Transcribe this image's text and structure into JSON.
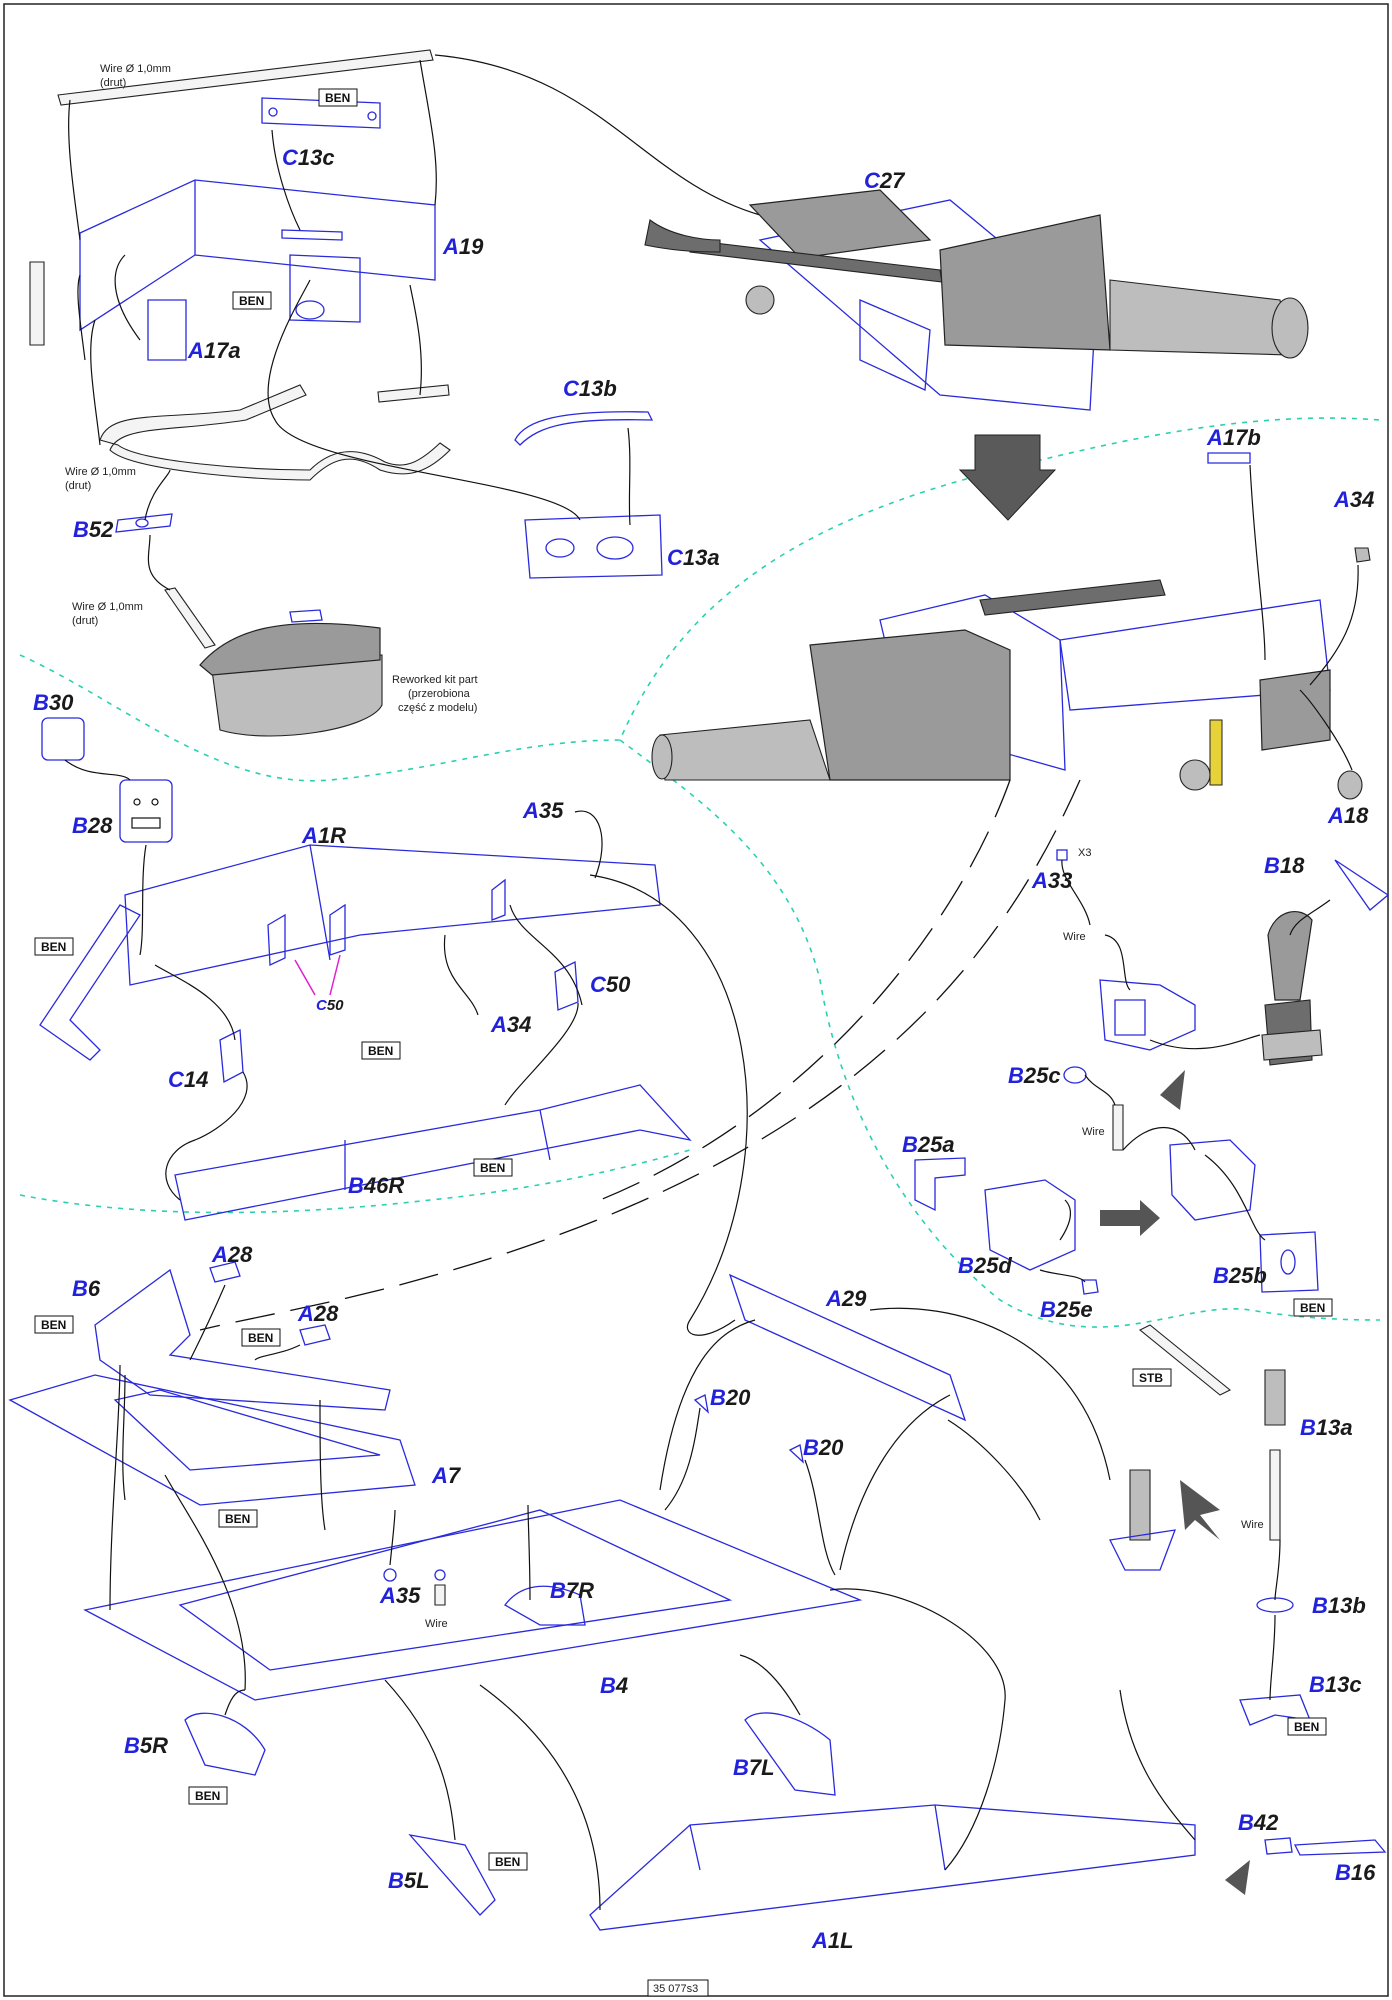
{
  "sheet": {
    "code": "35 077s3"
  },
  "notes": {
    "wire_1_0": "Wire Ø 1,0mm",
    "wire_1_0_pl": "(drut)",
    "wire": "Wire",
    "reworked_1": "Reworked kit part",
    "reworked_2": "(przerobiona",
    "reworked_3": "część z modelu)",
    "x3": "X3"
  },
  "tags": {
    "ben": "BEN",
    "stb": "STB"
  },
  "parts": {
    "C13c": {
      "ltr": "C",
      "num": "13c"
    },
    "A19": {
      "ltr": "A",
      "num": "19"
    },
    "A17a": {
      "ltr": "A",
      "num": "17a"
    },
    "C27": {
      "ltr": "C",
      "num": "27"
    },
    "C13b": {
      "ltr": "C",
      "num": "13b"
    },
    "C13a": {
      "ltr": "C",
      "num": "13a"
    },
    "B52": {
      "ltr": "B",
      "num": "52"
    },
    "A17b": {
      "ltr": "A",
      "num": "17b"
    },
    "A34a": {
      "ltr": "A",
      "num": "34"
    },
    "B30": {
      "ltr": "B",
      "num": "30"
    },
    "B28": {
      "ltr": "B",
      "num": "28"
    },
    "A1R": {
      "ltr": "A",
      "num": "1R"
    },
    "A35a": {
      "ltr": "A",
      "num": "35"
    },
    "A18": {
      "ltr": "A",
      "num": "18"
    },
    "A33": {
      "ltr": "A",
      "num": "33"
    },
    "B18": {
      "ltr": "B",
      "num": "18"
    },
    "C50": {
      "ltr": "C",
      "num": "50"
    },
    "C50s": {
      "ltr": "C",
      "num": "50"
    },
    "A34b": {
      "ltr": "A",
      "num": "34"
    },
    "C14": {
      "ltr": "C",
      "num": "14"
    },
    "B25c": {
      "ltr": "B",
      "num": "25c"
    },
    "B46R": {
      "ltr": "B",
      "num": "46R"
    },
    "B25a": {
      "ltr": "B",
      "num": "25a"
    },
    "B25d": {
      "ltr": "B",
      "num": "25d"
    },
    "B25e": {
      "ltr": "B",
      "num": "25e"
    },
    "B25b": {
      "ltr": "B",
      "num": "25b"
    },
    "A28a": {
      "ltr": "A",
      "num": "28"
    },
    "B6": {
      "ltr": "B",
      "num": "6"
    },
    "A28b": {
      "ltr": "A",
      "num": "28"
    },
    "A29": {
      "ltr": "A",
      "num": "29"
    },
    "B20a": {
      "ltr": "B",
      "num": "20"
    },
    "B20b": {
      "ltr": "B",
      "num": "20"
    },
    "B13a": {
      "ltr": "B",
      "num": "13a"
    },
    "A7": {
      "ltr": "A",
      "num": "7"
    },
    "A35b": {
      "ltr": "A",
      "num": "35"
    },
    "B7R": {
      "ltr": "B",
      "num": "7R"
    },
    "B13b": {
      "ltr": "B",
      "num": "13b"
    },
    "B4": {
      "ltr": "B",
      "num": "4"
    },
    "B13c": {
      "ltr": "B",
      "num": "13c"
    },
    "B5R": {
      "ltr": "B",
      "num": "5R"
    },
    "B7L": {
      "ltr": "B",
      "num": "7L"
    },
    "B42": {
      "ltr": "B",
      "num": "42"
    },
    "B5L": {
      "ltr": "B",
      "num": "5L"
    },
    "B16": {
      "ltr": "B",
      "num": "16"
    },
    "A1L": {
      "ltr": "A",
      "num": "1L"
    }
  },
  "colors": {
    "part_letter": "#2222dd",
    "line": "#2a2add",
    "zone_divider": "#2ad1b0",
    "callout": "#e020d0"
  }
}
